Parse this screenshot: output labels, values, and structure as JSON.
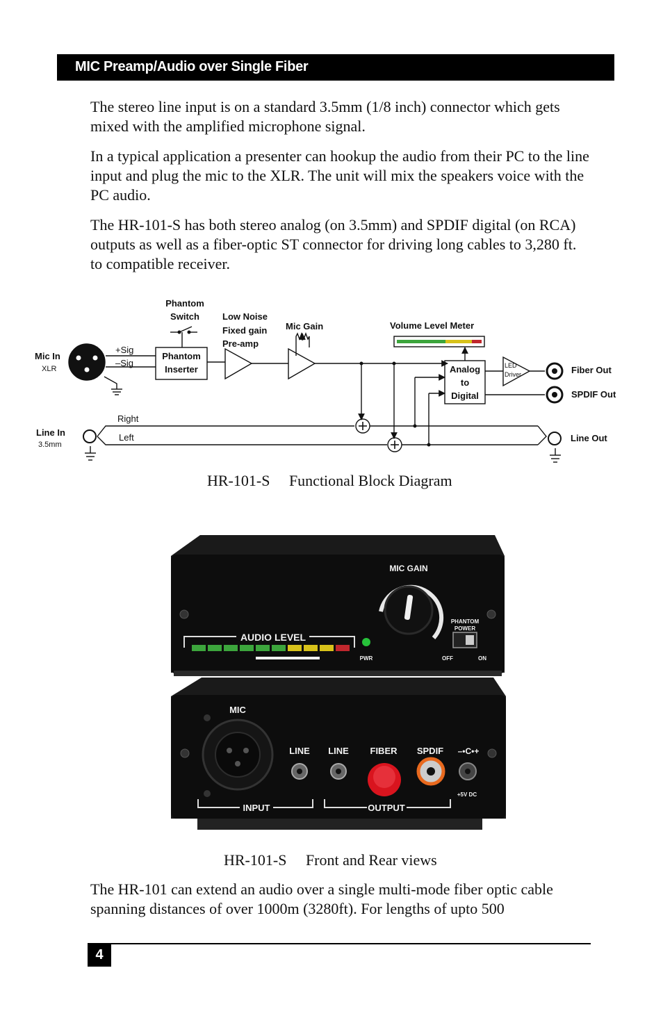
{
  "header": {
    "title": "MIC Preamp/Audio over Single Fiber"
  },
  "paragraphs": [
    "The stereo line input is on a standard 3.5mm (1/8 inch) connector which gets mixed with the amplified microphone signal.",
    "In a typical application a presenter can hookup the audio from their PC to the line input and plug the mic to the XLR. The unit will mix the speakers voice with the PC audio.",
    "The HR-101-S has both stereo analog (on 3.5mm) and SPDIF digital (on RCA) outputs as well as a fiber-optic ST connector for driving long cables to 3,280 ft. to compatible receiver."
  ],
  "diagram": {
    "phantom_switch": [
      "Phantom",
      "Switch"
    ],
    "low_noise": [
      "Low Noise",
      "Fixed gain",
      "Pre-amp"
    ],
    "mic_gain": "Mic Gain",
    "volume_meter": "Volume Level Meter",
    "mic_in": "Mic In",
    "mic_in_sub": "XLR",
    "sig_plus": "+Sig",
    "sig_minus": "–Sig",
    "phantom_inserter": [
      "Phantom",
      "Inserter"
    ],
    "adc": [
      "Analog",
      "to",
      "Digital"
    ],
    "led_driver": [
      "LED",
      "Driver"
    ],
    "fiber_out": "Fiber Out",
    "spdif_out": "SPDIF Out",
    "line_in": "Line In",
    "line_in_sub": "3.5mm",
    "right": "Right",
    "left": "Left",
    "line_out": "Line Out"
  },
  "caption1": "HR-101-S     Functional Block Diagram",
  "photo": {
    "front": {
      "mic_gain": "MIC GAIN",
      "audio_level": "AUDIO LEVEL",
      "pwr": "PWR",
      "phantom_power": [
        "PHANTOM",
        "POWER"
      ],
      "off": "OFF",
      "on": "ON"
    },
    "rear": {
      "mic": "MIC",
      "line_in": "LINE",
      "line_out": "LINE",
      "fiber": "FIBER",
      "spdif": "SPDIF",
      "dc": "+5V DC",
      "polarity": "–•C•+",
      "input": "INPUT",
      "output": "OUTPUT"
    }
  },
  "caption2": "HR-101-S     Front and Rear views",
  "paragraph_last": "The HR-101 can extend an audio over a single multi-mode fiber optic cable spanning distances of over 1000m (3280ft). For lengths of upto 500",
  "footer": {
    "page_number": "4"
  },
  "colors": {
    "meter_green": "#3ca53c",
    "meter_yellow": "#d8c21a",
    "meter_red": "#c0272d",
    "fiber_red": "#d9141e",
    "spdif_orange": "#e8691e"
  }
}
